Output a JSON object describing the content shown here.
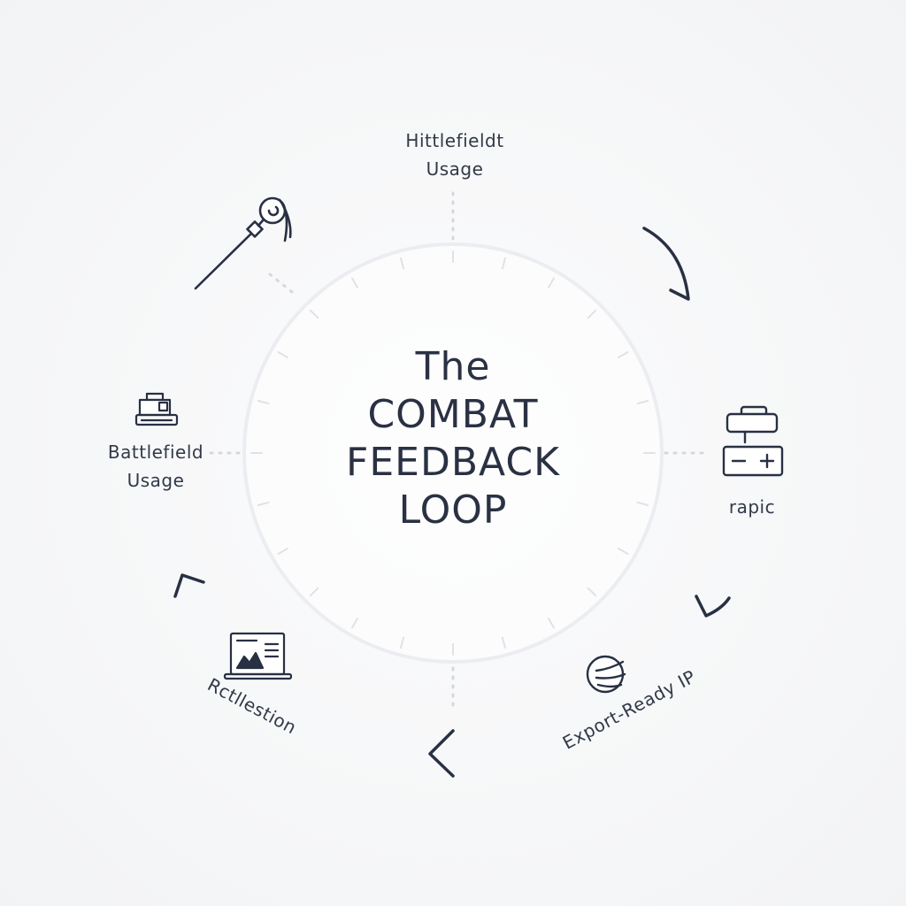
{
  "title": {
    "line1": "The",
    "line2": "COMBAT",
    "line3": "FEEDBACK",
    "line4": "LOOP"
  },
  "nodes": {
    "top": {
      "line1": "Hittlefieldt",
      "line2": "Usage"
    },
    "left": {
      "line1": "Battlefield",
      "line2": "Usage",
      "icon": "tank-icon"
    },
    "right": {
      "label": "rapic",
      "icon": "battery-icon"
    },
    "bottom_left": {
      "label": "Rctllestion",
      "icon": "laptop-chart-icon"
    },
    "bottom_right": {
      "label": "Export-Ready IP",
      "icon": "globe-icon"
    },
    "top_left": {
      "icon": "probe-icon"
    }
  },
  "colors": {
    "ink": "#2a3143",
    "ring": "#e6e8ec",
    "tick": "#dfe2e7",
    "background": "#f6f7f8"
  }
}
